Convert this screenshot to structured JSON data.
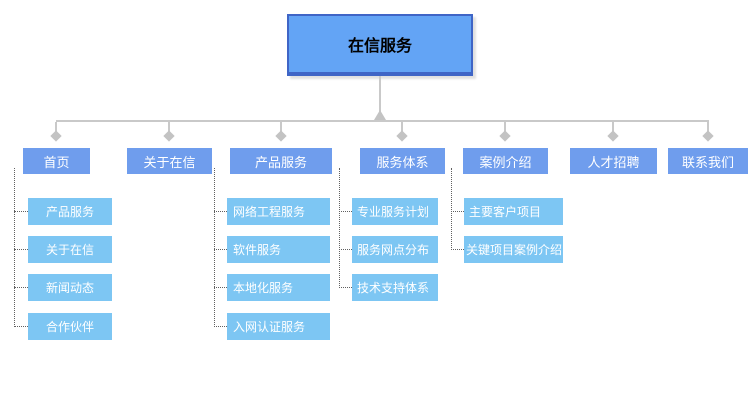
{
  "root": {
    "label": "在信服务"
  },
  "nav": [
    {
      "label": "首页",
      "children": [
        "产品服务",
        "关于在信",
        "新闻动态",
        "合作伙伴"
      ]
    },
    {
      "label": "关于在信",
      "children": []
    },
    {
      "label": "产品服务",
      "children": [
        "网络工程服务",
        "软件服务",
        "本地化服务",
        "入网认证服务"
      ]
    },
    {
      "label": "服务体系",
      "children": [
        "专业服务计划",
        "服务网点分布",
        "技术支持体系"
      ]
    },
    {
      "label": "案例介绍",
      "children": [
        "主要客户项目",
        "关键项目案例介绍"
      ]
    },
    {
      "label": "人才招聘",
      "children": []
    },
    {
      "label": "联系我们",
      "children": []
    }
  ],
  "colors": {
    "root_fill": "#63a4f5",
    "root_border": "#3f65c6",
    "level2_fill": "#6f9ded",
    "level3_fill": "#7dc6f3",
    "connector": "#c9c9c9",
    "dotted_line": "#606060",
    "node_text": "#ffffff",
    "root_text": "#000000"
  }
}
